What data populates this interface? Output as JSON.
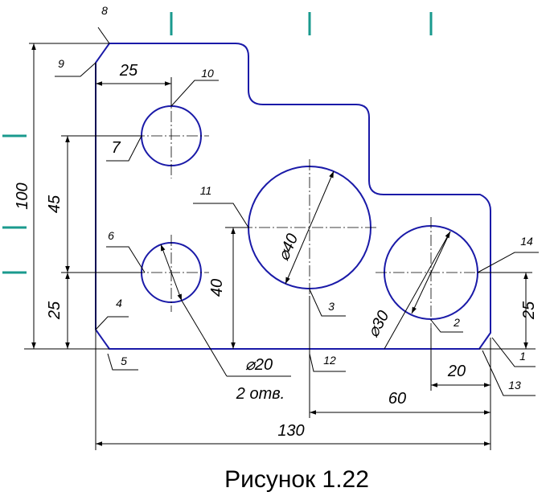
{
  "caption": "Рисунок 1.22",
  "dimensions": {
    "d25_top": "25",
    "d7": "7",
    "d100": "100",
    "d45": "45",
    "d25_left": "25",
    "d40_vert": "40",
    "dia40": "⌀40",
    "dia20": "⌀20",
    "holes": "2 отв.",
    "dia30": "⌀30",
    "d25_right": "25",
    "d20": "20",
    "d60": "60",
    "d130": "130"
  },
  "point_labels": {
    "p1": "1",
    "p2": "2",
    "p3": "3",
    "p4": "4",
    "p5": "5",
    "p6": "6",
    "p7": "7",
    "p8": "8",
    "p9": "9",
    "p10": "10",
    "p11": "11",
    "p12": "12",
    "p13": "13",
    "p14": "14"
  },
  "colors": {
    "outline": "#1a1aa8",
    "ticks": "#1a9a8e",
    "lines": "#000000"
  }
}
